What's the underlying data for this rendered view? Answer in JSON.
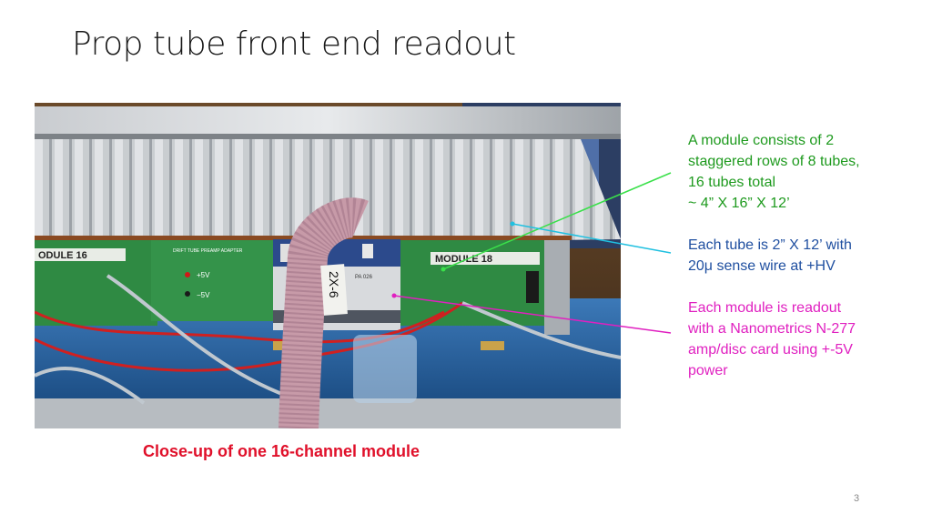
{
  "slide": {
    "title": "Prop tube front end readout",
    "page_number": "3"
  },
  "photo": {
    "module_left_label": "ODULE    16",
    "module_right_label": "MODULE    18",
    "cable_tag": "2X-6",
    "board_title": "DRIFT TUBE PREAMP ADAPTER",
    "plus_label": "+5V",
    "minus_label": "−5V",
    "chip_label": "PA  026",
    "caption": "Close-up of one 16-channel module"
  },
  "notes": {
    "green": [
      "A module consists of 2",
      "staggered rows of 8 tubes,",
      "16 tubes total",
      "~ 4” X 16” X 12’"
    ],
    "blue": [
      "Each tube is 2” X 12’ with",
      "20μ sense wire at +HV"
    ],
    "pink": [
      "Each module is readout",
      "with a Nanometrics N-277",
      "amp/disc card using +-5V",
      "power"
    ]
  },
  "colors": {
    "green_note": "#1e9a1e",
    "blue_note": "#1f4fa0",
    "pink_note": "#e020c0",
    "caption": "#e0102a"
  }
}
